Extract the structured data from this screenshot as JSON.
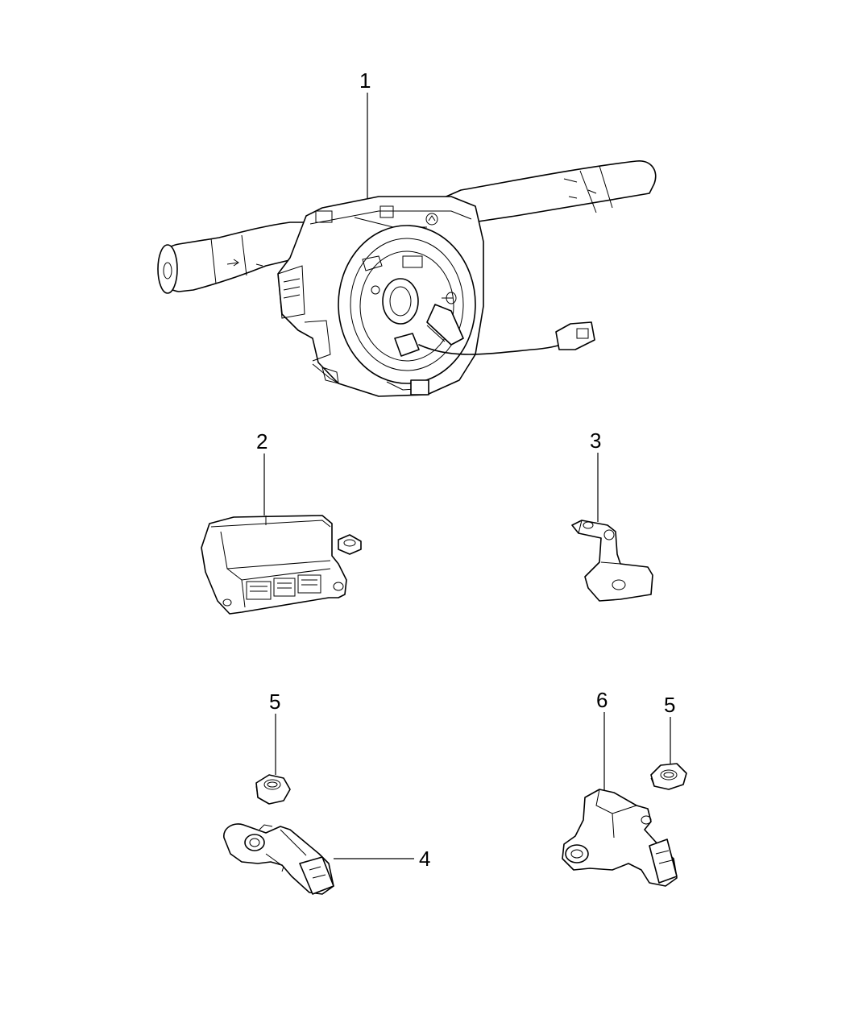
{
  "callouts": {
    "c1": "1",
    "c2": "2",
    "c3": "3",
    "c4": "4",
    "c5a": "5",
    "c5b": "5",
    "c6": "6"
  },
  "icons": [
    "steering-column-switch-icon",
    "airbag-control-module-icon",
    "mounting-bracket-icon",
    "impact-sensor-icon",
    "flange-nut-icon"
  ]
}
